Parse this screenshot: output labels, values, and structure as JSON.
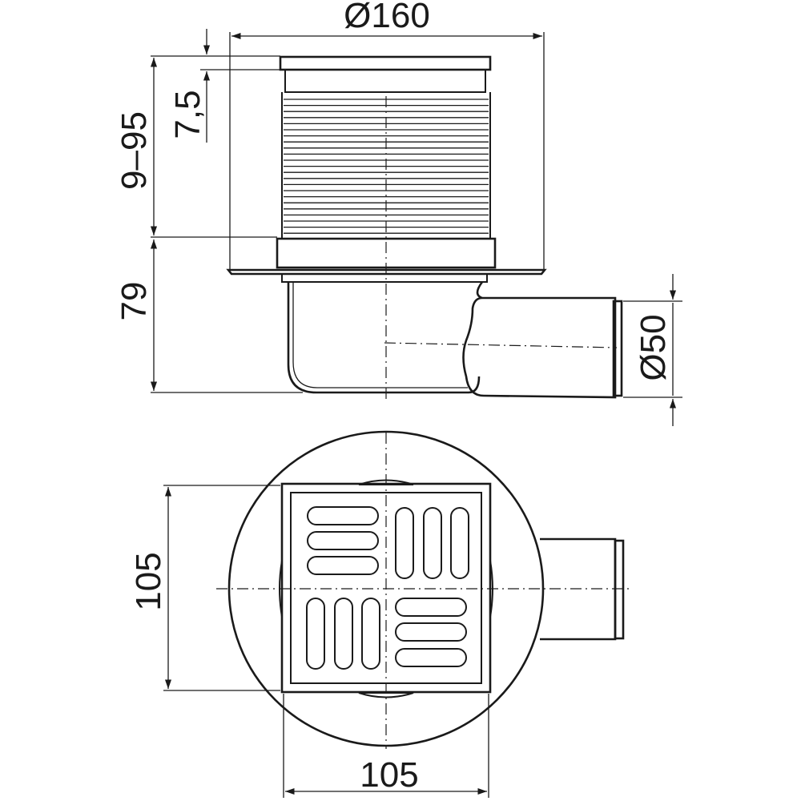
{
  "dimensions": {
    "flange_diameter": "Ø160",
    "height_adjust_range": "9–95",
    "grate_offset": "7,5",
    "body_height": "79",
    "outlet_diameter": "Ø50",
    "grate_height": "105",
    "grate_width": "105"
  }
}
